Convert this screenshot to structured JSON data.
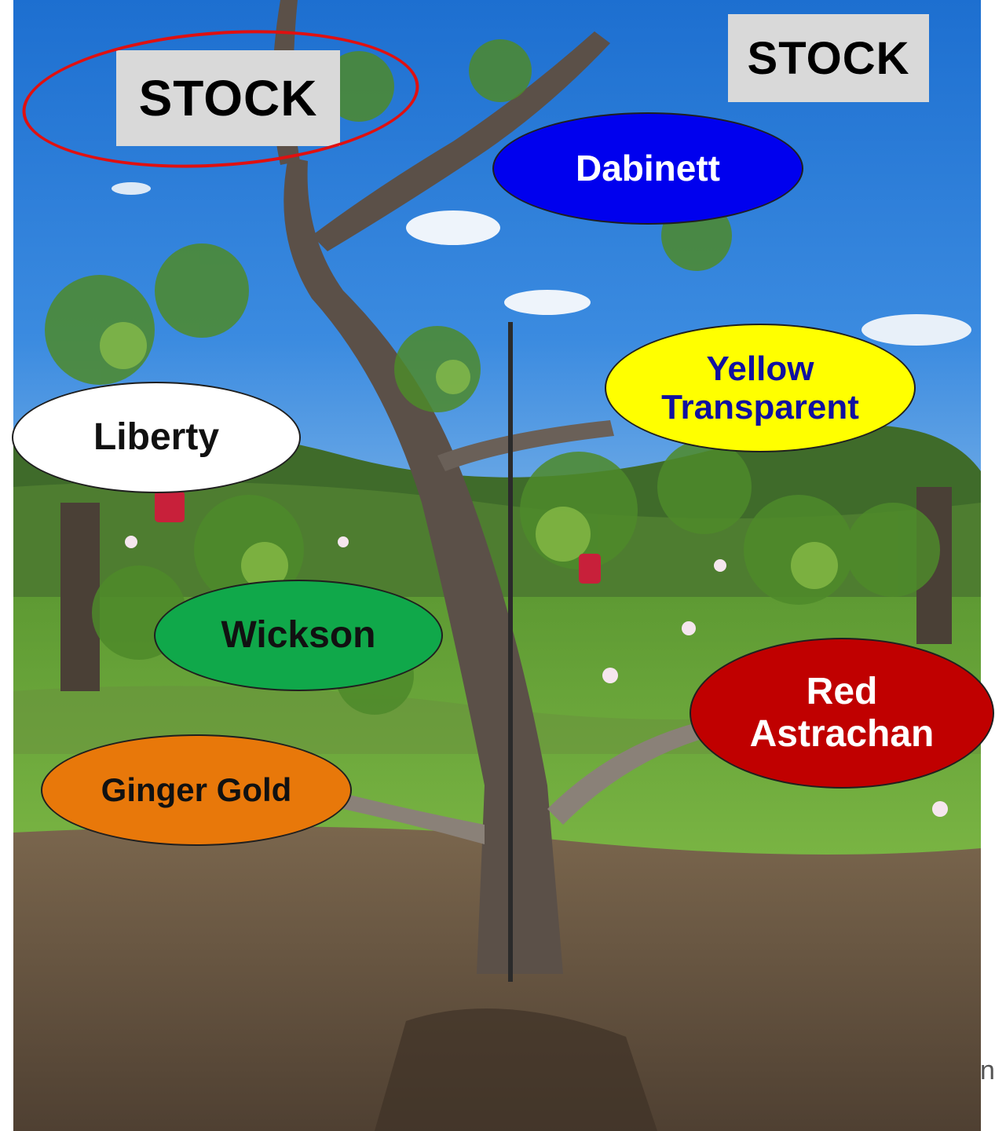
{
  "labels": {
    "stock_left": "STOCK",
    "stock_right": "STOCK",
    "dabinett": "Dabinett",
    "yellow_transparent_line1": "Yellow",
    "yellow_transparent_line2": "Transparent",
    "liberty": "Liberty",
    "wickson": "Wickson",
    "red_astrachan_line1": "Red",
    "red_astrachan_line2": "Astrachan",
    "ginger_gold": "Ginger Gold"
  },
  "edge_text": "n",
  "colors": {
    "stock_box": "#d9d9d9",
    "highlight_ring": "#e01010",
    "dabinett_fill": "#0000ee",
    "yellow_transparent_fill": "#ffff00",
    "yellow_transparent_text": "#1010a0",
    "liberty_fill": "#ffffff",
    "wickson_fill": "#10a84a",
    "red_astrachan_fill": "#c00000",
    "ginger_gold_fill": "#e8780a",
    "sky": "#2f7fd6",
    "grass": "#6faa3a",
    "soil": "#6b5a45"
  }
}
